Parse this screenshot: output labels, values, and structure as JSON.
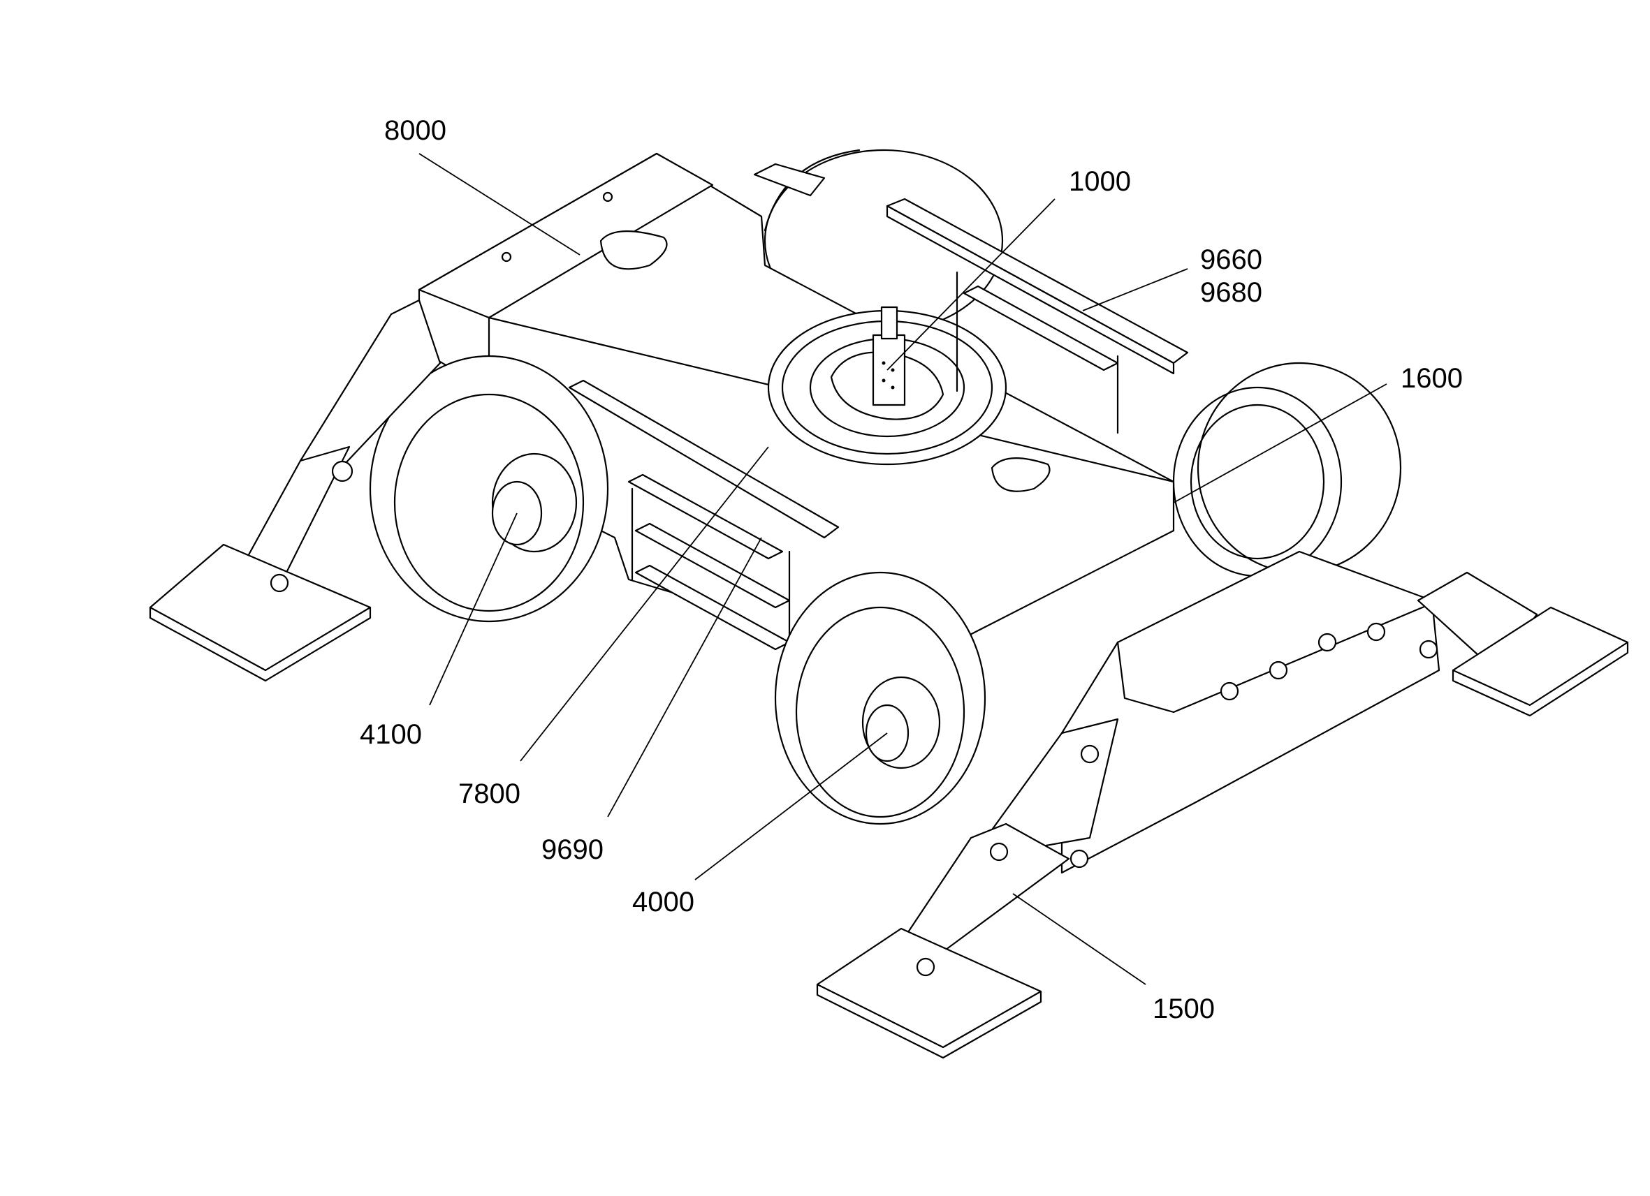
{
  "callouts": {
    "c8000": "8000",
    "c1000": "1000",
    "c9660": "9660",
    "c9680": "9680",
    "c1600": "1600",
    "c4100": "4100",
    "c7800": "7800",
    "c9690": "9690",
    "c4000": "4000",
    "c1500": "1500"
  }
}
